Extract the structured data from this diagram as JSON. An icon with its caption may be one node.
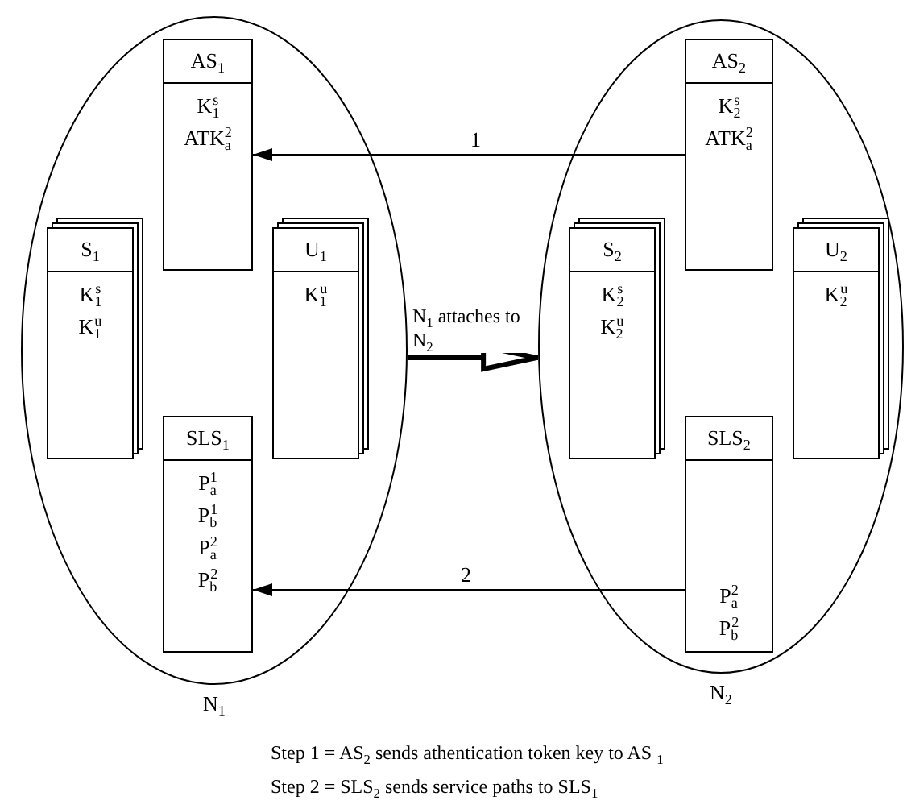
{
  "diagram": {
    "nodes": [
      {
        "text": [
          "N$_{1}$"
        ]
      },
      {
        "text": [
          "AS$_{1}$",
          "K$_{1}$$^{s}$",
          "ATK$_{a}$$^{2}$"
        ],
        "in": 0
      },
      {
        "text": [
          "S$_{1}$",
          "K$_{1}$$^{s}$",
          "K$_{1}$$^{u}$"
        ],
        "in": 0
      },
      {
        "text": [
          "U$_{1}$",
          "K$_{1}$$^{u}$"
        ],
        "in": 0
      },
      {
        "text": [
          "SLS$_{1}$",
          "P$_{a}$$^{1}$",
          "P$_{b}$$^{1}$",
          "P$_{a}$$^{2}$",
          "P$_{b}$$^{2}$"
        ],
        "in": 0
      },
      {
        "text": [
          "N$_{2}$"
        ]
      },
      {
        "text": [
          "AS$_{2}$",
          "K$_{2}$$^{s}$",
          "ATK$_{a}$$^{2}$"
        ],
        "in": 5
      },
      {
        "text": [
          "S$_{2}$",
          "K$_{2}$$^{s}$",
          "K$_{2}$$^{u}$"
        ],
        "in": 5
      },
      {
        "text": [
          "U$_{2}$",
          "K$_{2}$$^{u}$"
        ],
        "in": 5
      },
      {
        "text": [
          "SLS$_{2}$",
          "P$_{a}$$^{2}$",
          "P$_{b}$$^{2}$"
        ],
        "in": 5
      }
    ],
    "edges": [
      {
        "from": 6,
        "to": 1,
        "arrow": "to",
        "label": "1"
      },
      {
        "from": 9,
        "to": 4,
        "arrow": "to",
        "label": "2"
      },
      {
        "from": 0,
        "to": 5,
        "arrow": "to",
        "label": "N$_{1}$ attaches to N$_{2}$",
        "style": "thick"
      }
    ],
    "labels": [
      "Step 1 = AS$_{2}$ sends athentication token key to AS $_{1}$",
      "Step 2 = SLS$_{2}$ sends service paths to SLS$_{1}$"
    ]
  }
}
